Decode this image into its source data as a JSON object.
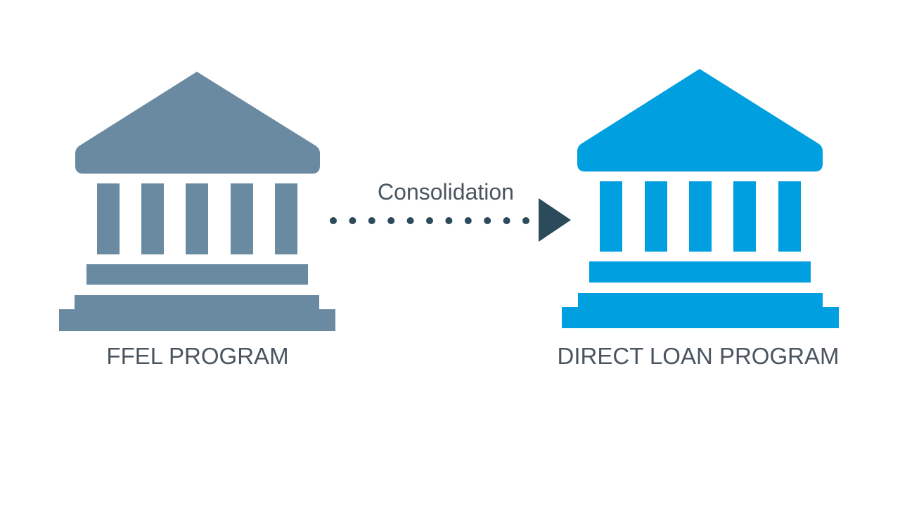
{
  "colors": {
    "source": "#6a8aa2",
    "target": "#009fe0",
    "arrow": "#2b4a5a",
    "text": "#4a5560",
    "background": "#ffffff"
  },
  "nodes": [
    {
      "id": "ffel",
      "label": "FFEL PROGRAM",
      "icon": "bank-building-icon"
    },
    {
      "id": "direct",
      "label": "DIRECT LOAN PROGRAM",
      "icon": "bank-building-icon"
    }
  ],
  "edge": {
    "from": "ffel",
    "to": "direct",
    "label": "Consolidation",
    "style": "dotted-arrow"
  }
}
